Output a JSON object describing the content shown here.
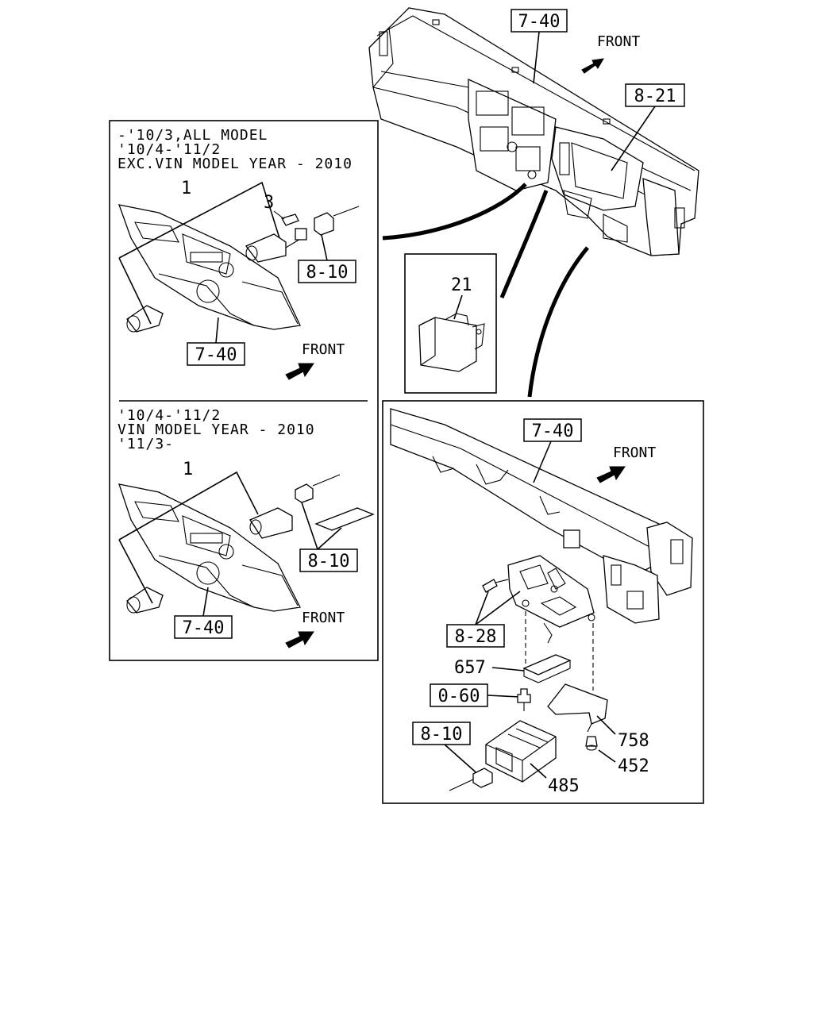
{
  "diagram": {
    "top": {
      "ref_7_40": "7-40",
      "ref_8_21": "8-21",
      "front": "FRONT"
    },
    "inset_21": {
      "part_21": "21"
    },
    "panel_left": {
      "upper": {
        "note_line1": "-'10/3,ALL MODEL",
        "note_line2": "'10/4-'11/2",
        "note_line3": "EXC.VIN MODEL YEAR - 2010",
        "part_1": "1",
        "part_3": "3",
        "ref_8_10": "8-10",
        "ref_7_40": "7-40",
        "front": "FRONT"
      },
      "lower": {
        "note_line1": "'10/4-'11/2",
        "note_line2": "VIN MODEL YEAR - 2010",
        "note_line3": "'11/3-",
        "part_1": "1",
        "ref_8_10": "8-10",
        "ref_7_40": "7-40",
        "front": "FRONT"
      }
    },
    "panel_right": {
      "ref_7_40": "7-40",
      "front": "FRONT",
      "ref_8_28": "8-28",
      "part_657": "657",
      "ref_0_60": "0-60",
      "ref_8_10": "8-10",
      "part_758": "758",
      "part_452": "452",
      "part_485": "485"
    }
  }
}
